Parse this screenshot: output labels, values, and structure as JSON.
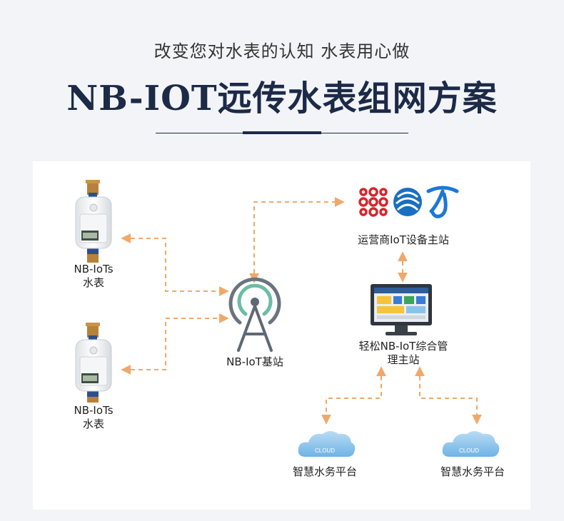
{
  "header": {
    "subtitle": "改变您对水表的认知  水表用心做",
    "title": "NB-IOT远传水表组网方案"
  },
  "nodes": {
    "meter1": {
      "line1": "NB-IoTs",
      "line2": "水表"
    },
    "meter2": {
      "line1": "NB-IoTs",
      "line2": "水表"
    },
    "base_station": {
      "label": "NB-IoT基站"
    },
    "operator": {
      "label": "运营商IoT设备主站"
    },
    "management": {
      "line1": "轻松NB-IoT综合管",
      "line2": "理主站"
    },
    "cloud1": {
      "label": "智慧水务平台",
      "icon_text": "CLOUD"
    },
    "cloud2": {
      "label": "智慧水务平台",
      "icon_text": "CLOUD"
    }
  },
  "colors": {
    "arrow": "#f0a86a",
    "title": "#1c2a48",
    "unicom_red": "#d7252b",
    "mobile_blue": "#1a6fc0",
    "telecom_blue": "#1a78d6",
    "cloud_blue": "#8fc6ec"
  }
}
